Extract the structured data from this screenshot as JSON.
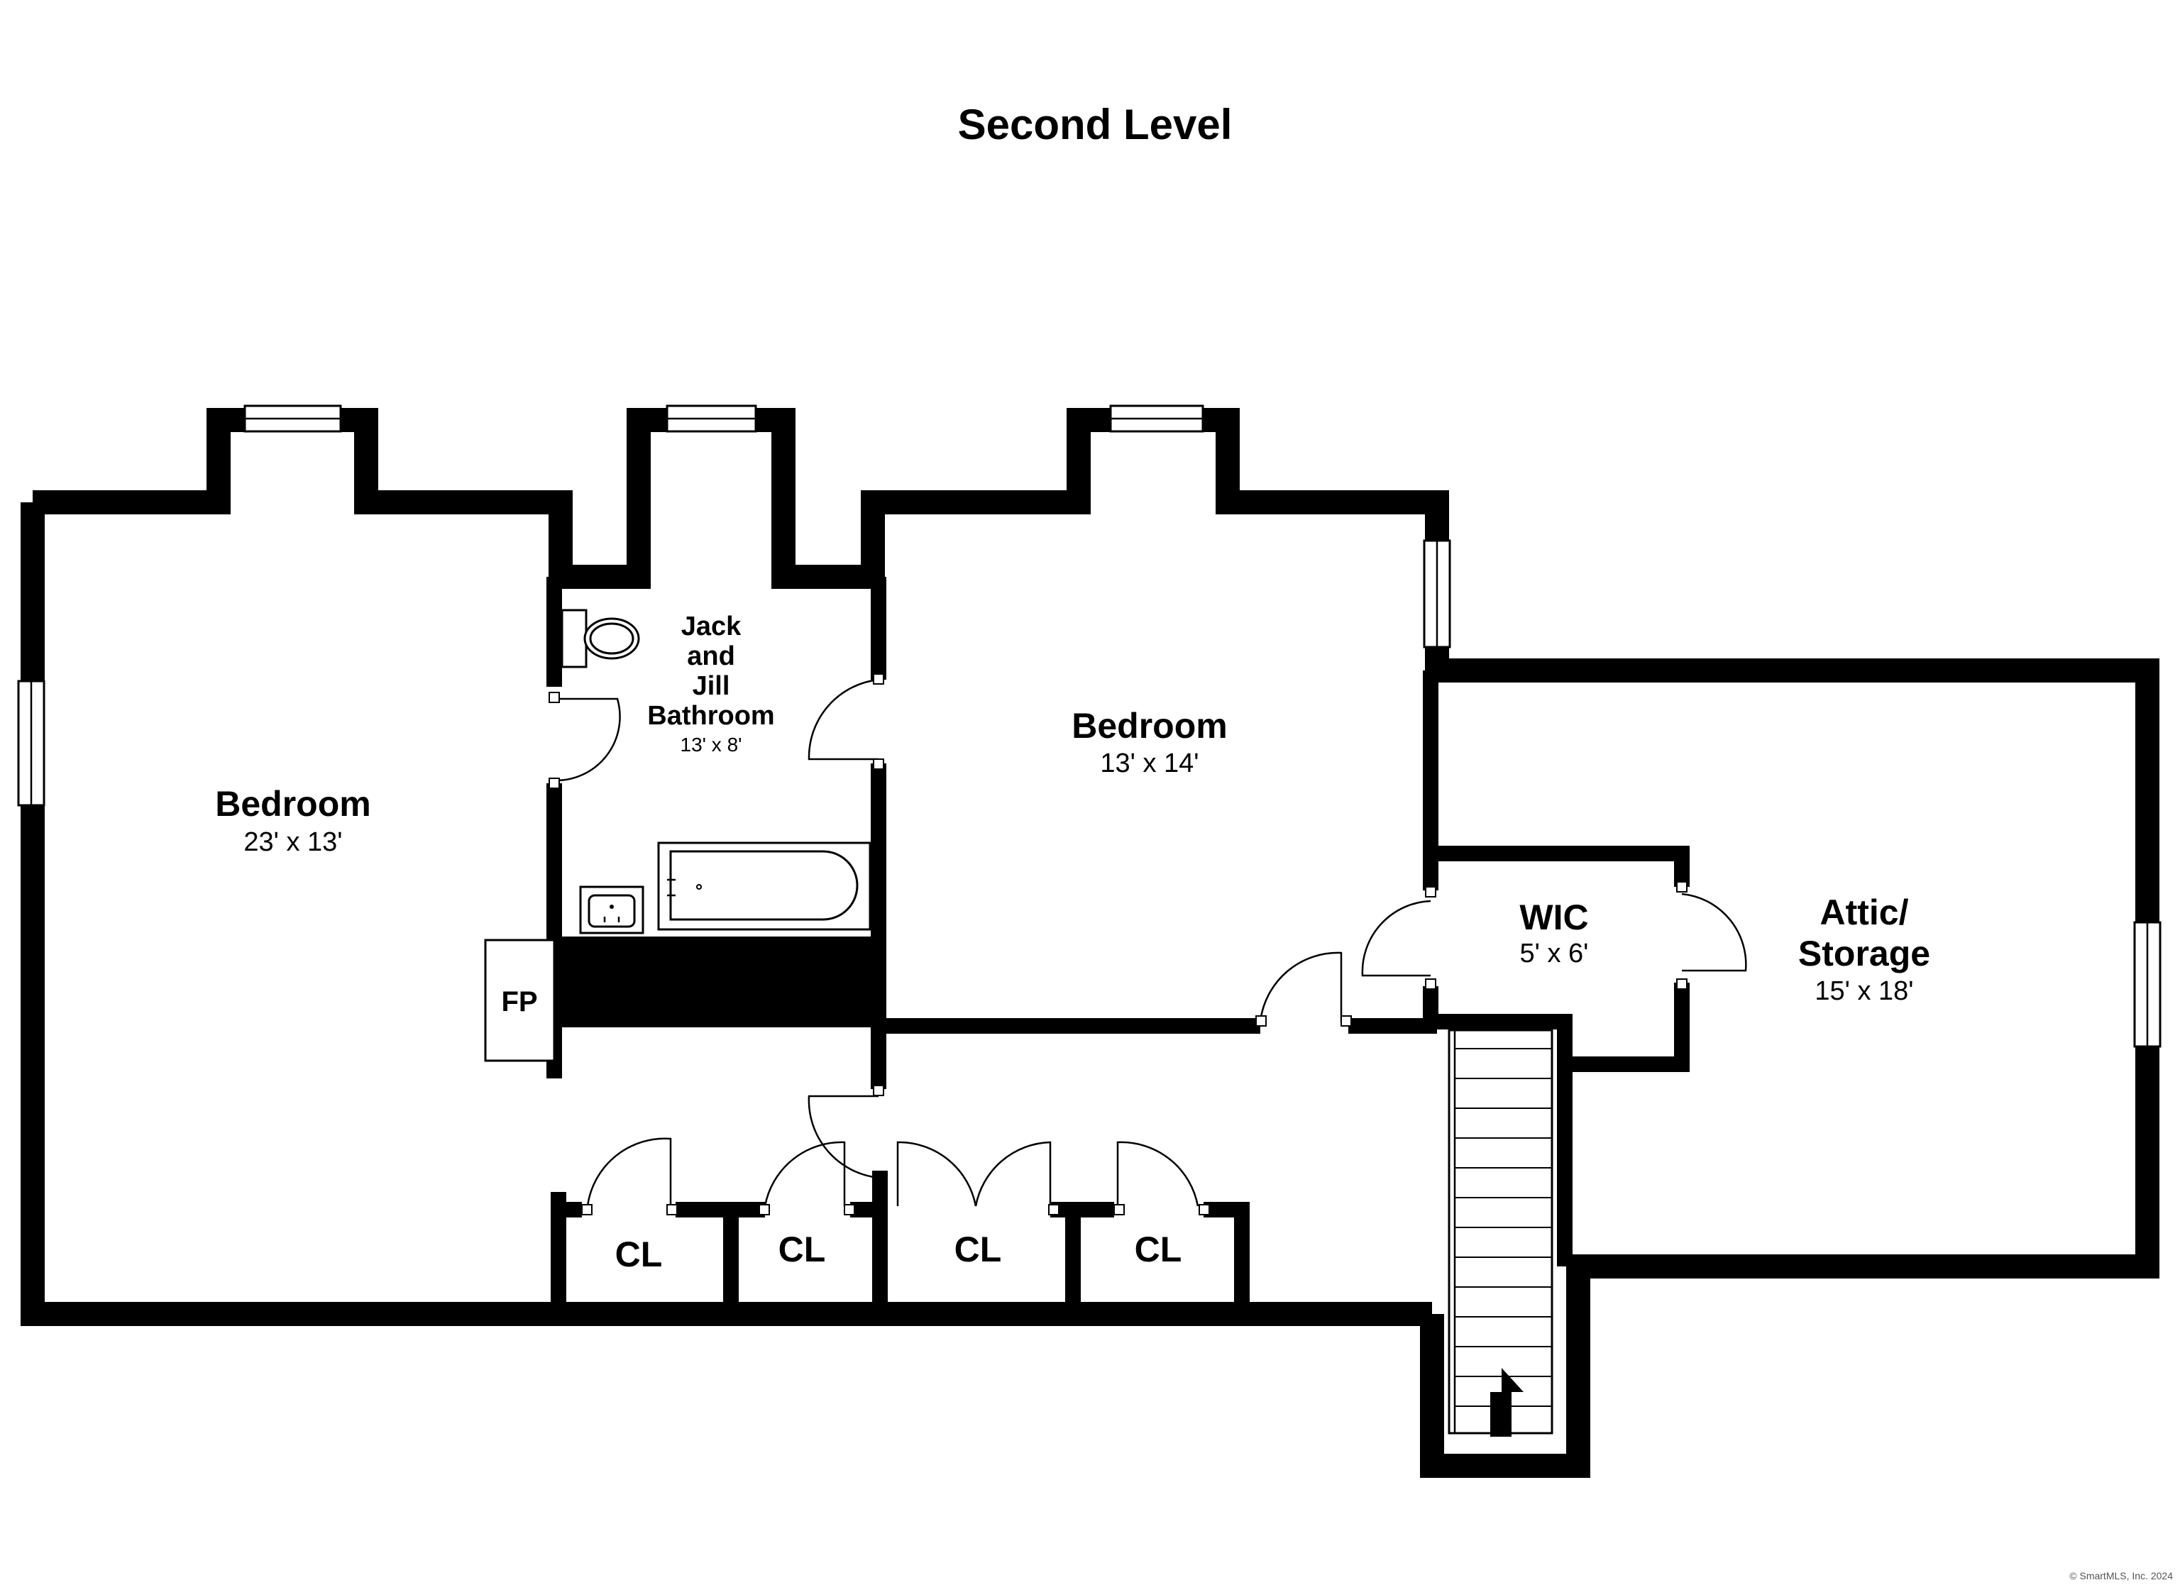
{
  "title": "Second Level",
  "rooms": {
    "bedroom_left": {
      "name": "Bedroom",
      "size": "23' x 13'"
    },
    "bathroom": {
      "name_line1": "Jack",
      "name_line2": "and",
      "name_line3": "Jill",
      "name_line4": "Bathroom",
      "size": "13' x 8'"
    },
    "bedroom_right": {
      "name": "Bedroom",
      "size": "13' x 14'"
    },
    "wic": {
      "name": "WIC",
      "size": "5' x 6'"
    },
    "attic": {
      "name_line1": "Attic/",
      "name_line2": "Storage",
      "size": "15' x 18'"
    }
  },
  "closets": [
    "CL",
    "CL",
    "CL",
    "CL"
  ],
  "fireplace": "FP",
  "credit": "© SmartMLS, Inc. 2024"
}
